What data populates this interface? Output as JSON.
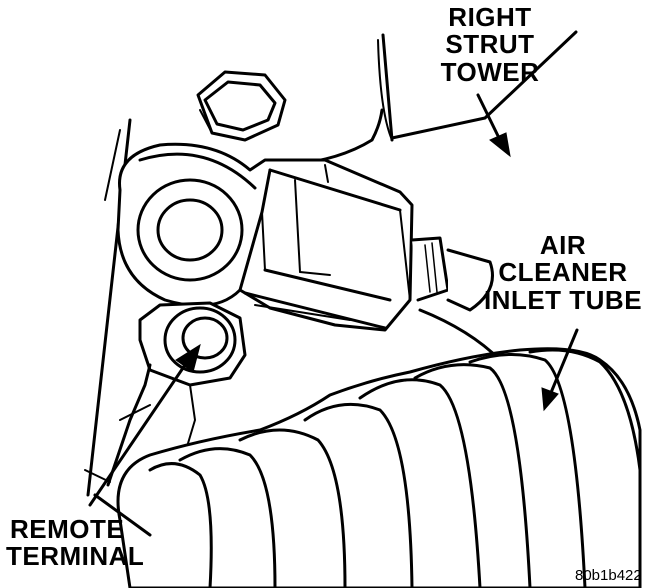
{
  "labels": {
    "right_strut_tower": [
      "RIGHT",
      "STRUT",
      "TOWER"
    ],
    "air_cleaner_inlet_tube": [
      "AIR",
      "CLEANER",
      "INLET TUBE"
    ],
    "remote_terminal": [
      "REMOTE",
      "TERMINAL"
    ],
    "figure_id": "80b1b422"
  }
}
